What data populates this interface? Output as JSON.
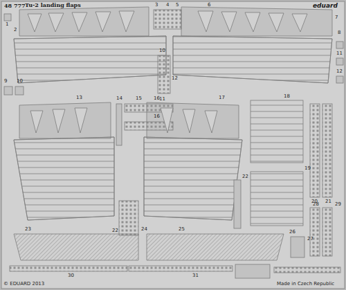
{
  "diagram": {
    "title": "Tu-2 landing flaps",
    "labels": [
      "48 777",
      "eduard",
      "1",
      "2",
      "3",
      "4",
      "5",
      "6",
      "7",
      "8",
      "9",
      "10",
      "10",
      "11",
      "12",
      "11",
      "12",
      "13",
      "14",
      "15",
      "16",
      "16",
      "17",
      "18",
      "19",
      "20",
      "21",
      "22",
      "22",
      "23",
      "24",
      "25",
      "26",
      "27",
      "28",
      "29",
      "30",
      "31",
      "© EDUARD 2013",
      "Made in Czech Republic"
    ]
  }
}
